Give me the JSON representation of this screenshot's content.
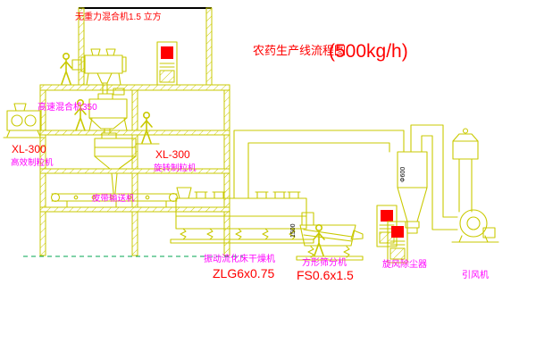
{
  "diagram": {
    "title": "农药生产线流程图",
    "capacity": "(500kg/h)"
  },
  "labels": {
    "top_mixer": "无重力混合机1.5 立方",
    "high_speed_mixer": "高速混合机350",
    "granulator_left_model": "XL-300",
    "granulator_left_name": "高效制粒机",
    "granulator_center_model": "XL-300",
    "granulator_center_name": "旋转制粒机",
    "belt_conveyor": "皮带输送机",
    "dryer_name": "振动流化床干燥机",
    "dryer_model": "ZLG6x0.75",
    "sieve_name": "方形筛分机",
    "sieve_model": "FS0.6x1.5",
    "cyclone_name": "旋风除尘器",
    "fan_name": "引风机"
  },
  "dimensions": {
    "sieve_inlet": "1500",
    "cyclone_diameter": "Φ600"
  },
  "colors": {
    "line": "#c9c900",
    "red": "#ff0000",
    "magenta": "#ff00ff",
    "ground": "#00a651",
    "black": "#000000",
    "background": "#ffffff"
  }
}
